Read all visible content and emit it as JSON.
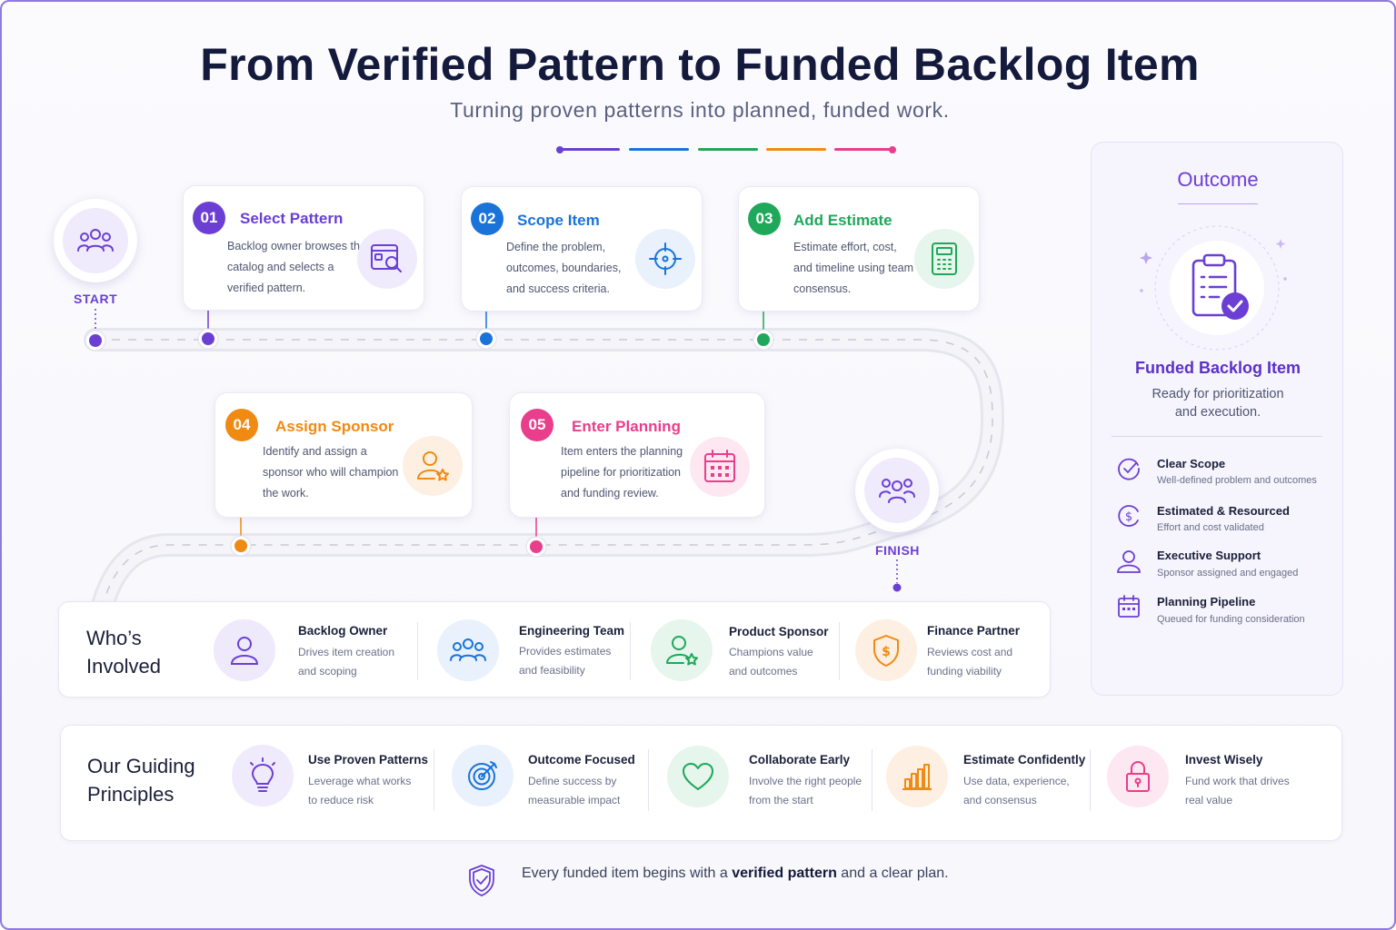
{
  "header": {
    "title": "From Verified Pattern to Funded Backlog Item",
    "subtitle": "Turning proven patterns into planned, funded work."
  },
  "colors": {
    "purple": "#6b3fd4",
    "blue": "#1a73d9",
    "green": "#1fa85a",
    "orange": "#f08a12",
    "pink": "#e83e8c"
  },
  "journey": {
    "start_label": "START",
    "finish_label": "FINISH",
    "start_icon": "team-icon",
    "finish_icon": "team-icon",
    "steps": [
      {
        "number": "01",
        "title": "Select Pattern",
        "desc": [
          "Backlog owner browses the",
          "catalog and selects a",
          "verified pattern."
        ],
        "icon": "pattern-search-icon"
      },
      {
        "number": "02",
        "title": "Scope Item",
        "desc": [
          "Define the problem,",
          "outcomes, boundaries,",
          "and success criteria."
        ],
        "icon": "crosshair-icon"
      },
      {
        "number": "03",
        "title": "Add Estimate",
        "desc": [
          "Estimate effort, cost,",
          "and timeline using team",
          "consensus."
        ],
        "icon": "calculator-icon"
      },
      {
        "number": "04",
        "title": "Assign Sponsor",
        "desc": [
          "Identify and assign a",
          "sponsor who will champion",
          "the work."
        ],
        "icon": "user-star-icon"
      },
      {
        "number": "05",
        "title": "Enter Planning",
        "desc": [
          "Item enters the planning",
          "pipeline for prioritization",
          "and funding review."
        ],
        "icon": "calendar-icon"
      }
    ]
  },
  "involved": {
    "heading_line1": "Who’s",
    "heading_line2": "Involved",
    "people": [
      {
        "title": "Backlog Owner",
        "desc1": "Drives item creation",
        "desc2": "and scoping",
        "icon": "user-icon"
      },
      {
        "title": "Engineering Team",
        "desc1": "Provides estimates",
        "desc2": "and feasibility",
        "icon": "team-icon"
      },
      {
        "title": "Product Sponsor",
        "desc1": "Champions value",
        "desc2": "and outcomes",
        "icon": "user-star-icon"
      },
      {
        "title": "Finance Partner",
        "desc1": "Reviews cost and",
        "desc2": "funding viability",
        "icon": "dollar-shield-icon"
      }
    ]
  },
  "principles": {
    "heading_line1": "Our Guiding",
    "heading_line2": "Principles",
    "items": [
      {
        "title": "Use Proven Patterns",
        "desc1": "Leverage what works",
        "desc2": "to reduce risk",
        "icon": "lightbulb-icon"
      },
      {
        "title": "Outcome Focused",
        "desc1": "Define success by",
        "desc2": "measurable impact",
        "icon": "target-icon"
      },
      {
        "title": "Collaborate Early",
        "desc1": "Involve the right people",
        "desc2": "from the start",
        "icon": "heart-icon"
      },
      {
        "title": "Estimate Confidently",
        "desc1": "Use data, experience,",
        "desc2": "and consensus",
        "icon": "bar-chart-icon"
      },
      {
        "title": "Invest Wisely",
        "desc1": "Fund work that drives",
        "desc2": "real value",
        "icon": "lock-icon"
      }
    ]
  },
  "outcome": {
    "heading": "Outcome",
    "title": "Funded Backlog Item",
    "desc1": "Ready for prioritization",
    "desc2": "and execution.",
    "icon": "clipboard-check-icon",
    "items": [
      {
        "title": "Clear Scope",
        "desc": "Well-defined problem and outcomes",
        "icon": "check-target-icon"
      },
      {
        "title": "Estimated & Resourced",
        "desc": "Effort and cost validated",
        "icon": "dollar-icon"
      },
      {
        "title": "Executive Support",
        "desc": "Sponsor assigned and engaged",
        "icon": "user-icon"
      },
      {
        "title": "Planning Pipeline",
        "desc": "Queued for funding consideration",
        "icon": "calendar-icon"
      }
    ]
  },
  "footer": {
    "before": "Every funded item begins with a",
    "highlight": "verified pattern",
    "after": "and a clear plan.",
    "icon": "shield-check-icon"
  }
}
